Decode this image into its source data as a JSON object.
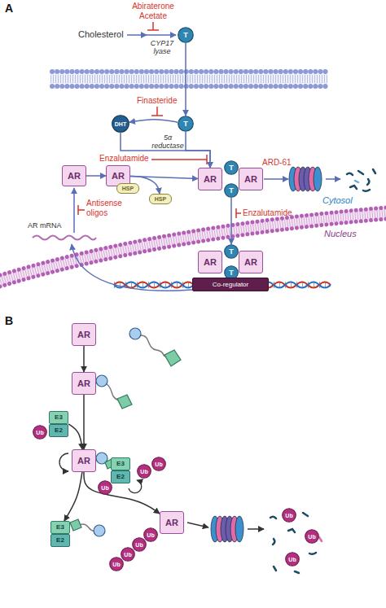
{
  "diagram": {
    "nodes": [
      {
        "text": [
          "T"
        ]
      },
      {
        "text": [
          "T"
        ]
      },
      {
        "text": [
          "DHT"
        ]
      },
      {
        "text": [
          "AR"
        ]
      },
      {
        "text": [
          "AR"
        ]
      },
      {
        "text": [
          "HSP"
        ]
      },
      {
        "text": [
          "HSP"
        ]
      },
      {
        "text": [
          "AR"
        ]
      },
      {
        "text": [
          "T"
        ]
      },
      {
        "text": [
          "AR"
        ]
      },
      {
        "text": [
          "T"
        ]
      },
      {
        "text": [
          "AR"
        ]
      },
      {
        "text": [
          "T"
        ]
      },
      {
        "text": [
          "AR"
        ]
      },
      {
        "text": [
          "T"
        ]
      },
      {
        "text": [
          "Co-regulator"
        ]
      },
      {
        "text": [
          "AR"
        ]
      },
      {
        "text": [
          "AR"
        ]
      },
      {
        "text": [
          "E3"
        ]
      },
      {
        "text": [
          "E2"
        ]
      },
      {
        "text": [
          "Ub"
        ]
      },
      {
        "text": [
          "AR"
        ]
      },
      {
        "text": [
          "E3"
        ]
      },
      {
        "text": [
          "E2"
        ]
      },
      {
        "text": [
          "Ub"
        ]
      },
      {
        "text": [
          "Ub"
        ]
      },
      {
        "text": [
          "Ub"
        ]
      },
      {
        "text": [
          "E3"
        ]
      },
      {
        "text": [
          "E2"
        ]
      },
      {
        "text": [
          "AR"
        ]
      },
      {
        "text": [
          "Ub"
        ]
      },
      {
        "text": [
          "Ub"
        ]
      },
      {
        "text": [
          "Ub"
        ]
      },
      {
        "text": [
          "Ub"
        ]
      },
      {
        "text": [
          "Ub"
        ]
      },
      {
        "text": [
          "Ub"
        ]
      },
      {
        "text": [
          "Ub"
        ]
      }
    ],
    "edges": [
      {
        "from": 0,
        "to": 1,
        "arrow": "to"
      },
      {
        "from": 1,
        "to": 2,
        "arrow": "to"
      },
      {
        "from": 2,
        "to": 7,
        "arrow": "to"
      },
      {
        "from": 1,
        "to": 7,
        "arrow": "to"
      },
      {
        "from": 3,
        "to": 4,
        "arrow": "to"
      },
      {
        "from": 4,
        "to": 7,
        "arrow": "to"
      },
      {
        "from": 4,
        "to": 6,
        "arrow": "to"
      },
      {
        "from": 10,
        "to": 12,
        "arrow": "to"
      },
      {
        "from": 16,
        "to": 17,
        "arrow": "to"
      },
      {
        "from": 17,
        "to": 21,
        "arrow": "to"
      },
      {
        "from": 18,
        "to": 21,
        "arrow": "to"
      },
      {
        "from": 21,
        "to": 27,
        "arrow": "to"
      },
      {
        "from": 21,
        "to": 29,
        "arrow": "to"
      }
    ],
    "labels": [
      "A",
      "Abiraterone Acetate",
      "Cholesterol",
      "CYP17 lyase",
      "Finasteride",
      "5α reductase",
      "Enzalutamide",
      "ARD-61",
      "Antisense oligos",
      "AR mRNA",
      "Enzalutamide",
      "Cytosol",
      "Nucleus",
      "B"
    ]
  }
}
